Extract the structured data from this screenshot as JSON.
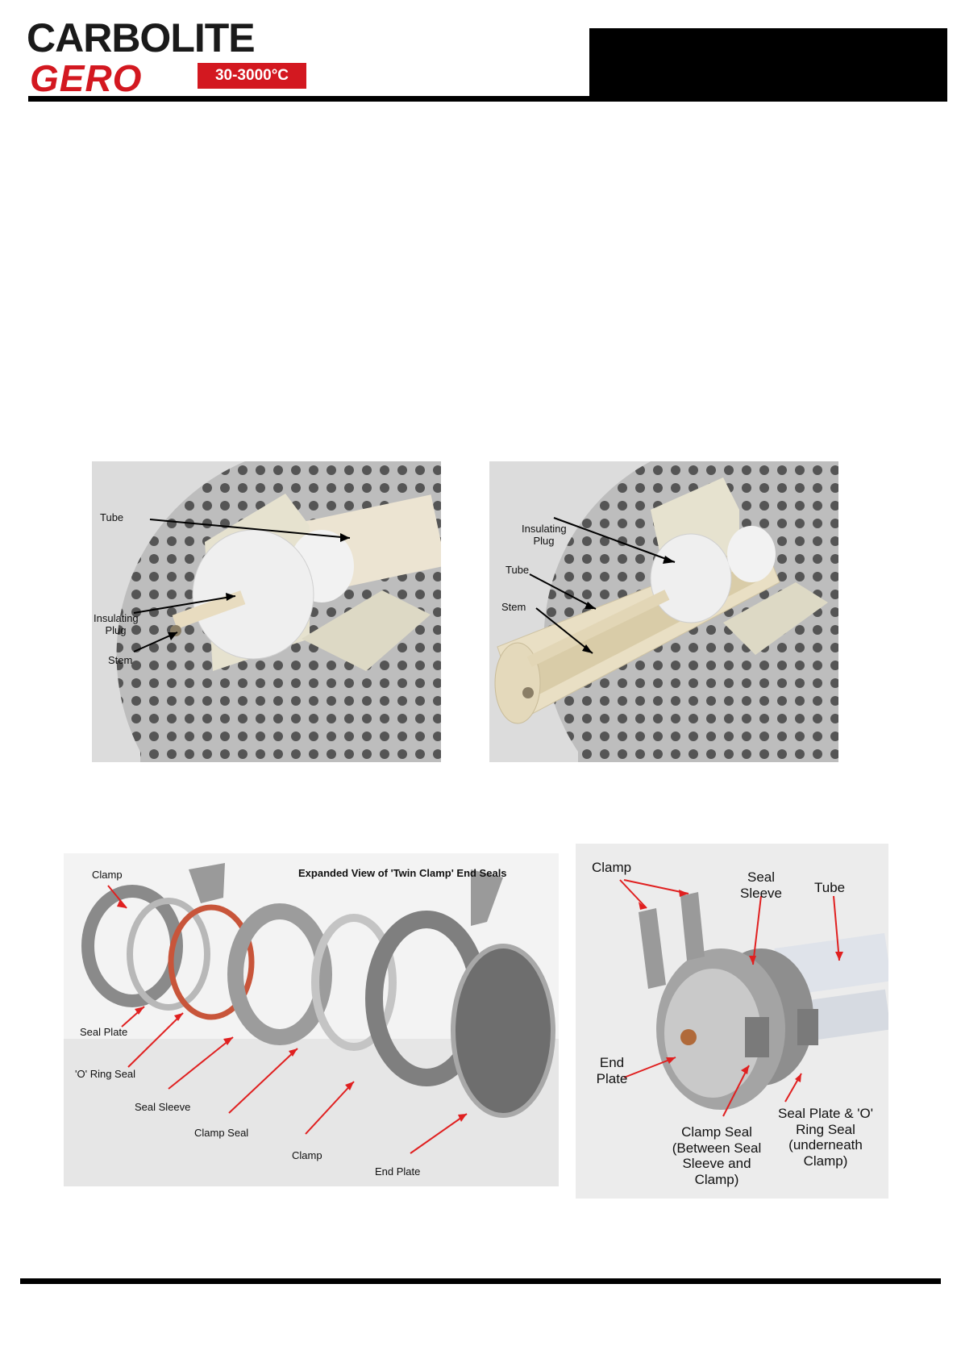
{
  "header": {
    "logo": {
      "line1": "CARBOLITE",
      "line2": "GERO",
      "badge": "30-3000°C"
    },
    "brand_colors": {
      "red": "#d31820",
      "dark": "#1a1a1a"
    }
  },
  "figure_plug_left": {
    "labels": {
      "tube": "Tube",
      "plug_line1": "Insulating",
      "plug_line2": "Plug",
      "stem": "Stem"
    }
  },
  "figure_plug_right": {
    "labels": {
      "plug_line1": "Insulating",
      "plug_line2": "Plug",
      "tube": "Tube",
      "stem": "Stem"
    }
  },
  "figure_exploded": {
    "title": "Expanded View of 'Twin Clamp' End Seals",
    "labels": {
      "clamp_top": "Clamp",
      "seal_plate": "Seal Plate",
      "o_ring_seal": "'O' Ring Seal",
      "seal_sleeve": "Seal Sleeve",
      "clamp_seal": "Clamp Seal",
      "clamp_bottom": "Clamp",
      "end_plate": "End Plate"
    }
  },
  "figure_assembled": {
    "labels": {
      "clamp": "Clamp",
      "seal_sleeve_line1": "Seal",
      "seal_sleeve_line2": "Sleeve",
      "tube": "Tube",
      "end_plate_line1": "End",
      "end_plate_line2": "Plate",
      "clamp_seal_line1": "Clamp Seal",
      "clamp_seal_line2": "(Between Seal",
      "clamp_seal_line3": "Sleeve and",
      "clamp_seal_line4": "Clamp)",
      "seal_plate_line1": "Seal Plate & 'O'",
      "seal_plate_line2": "Ring Seal",
      "seal_plate_line3": "(underneath",
      "seal_plate_line4": "Clamp)"
    }
  }
}
